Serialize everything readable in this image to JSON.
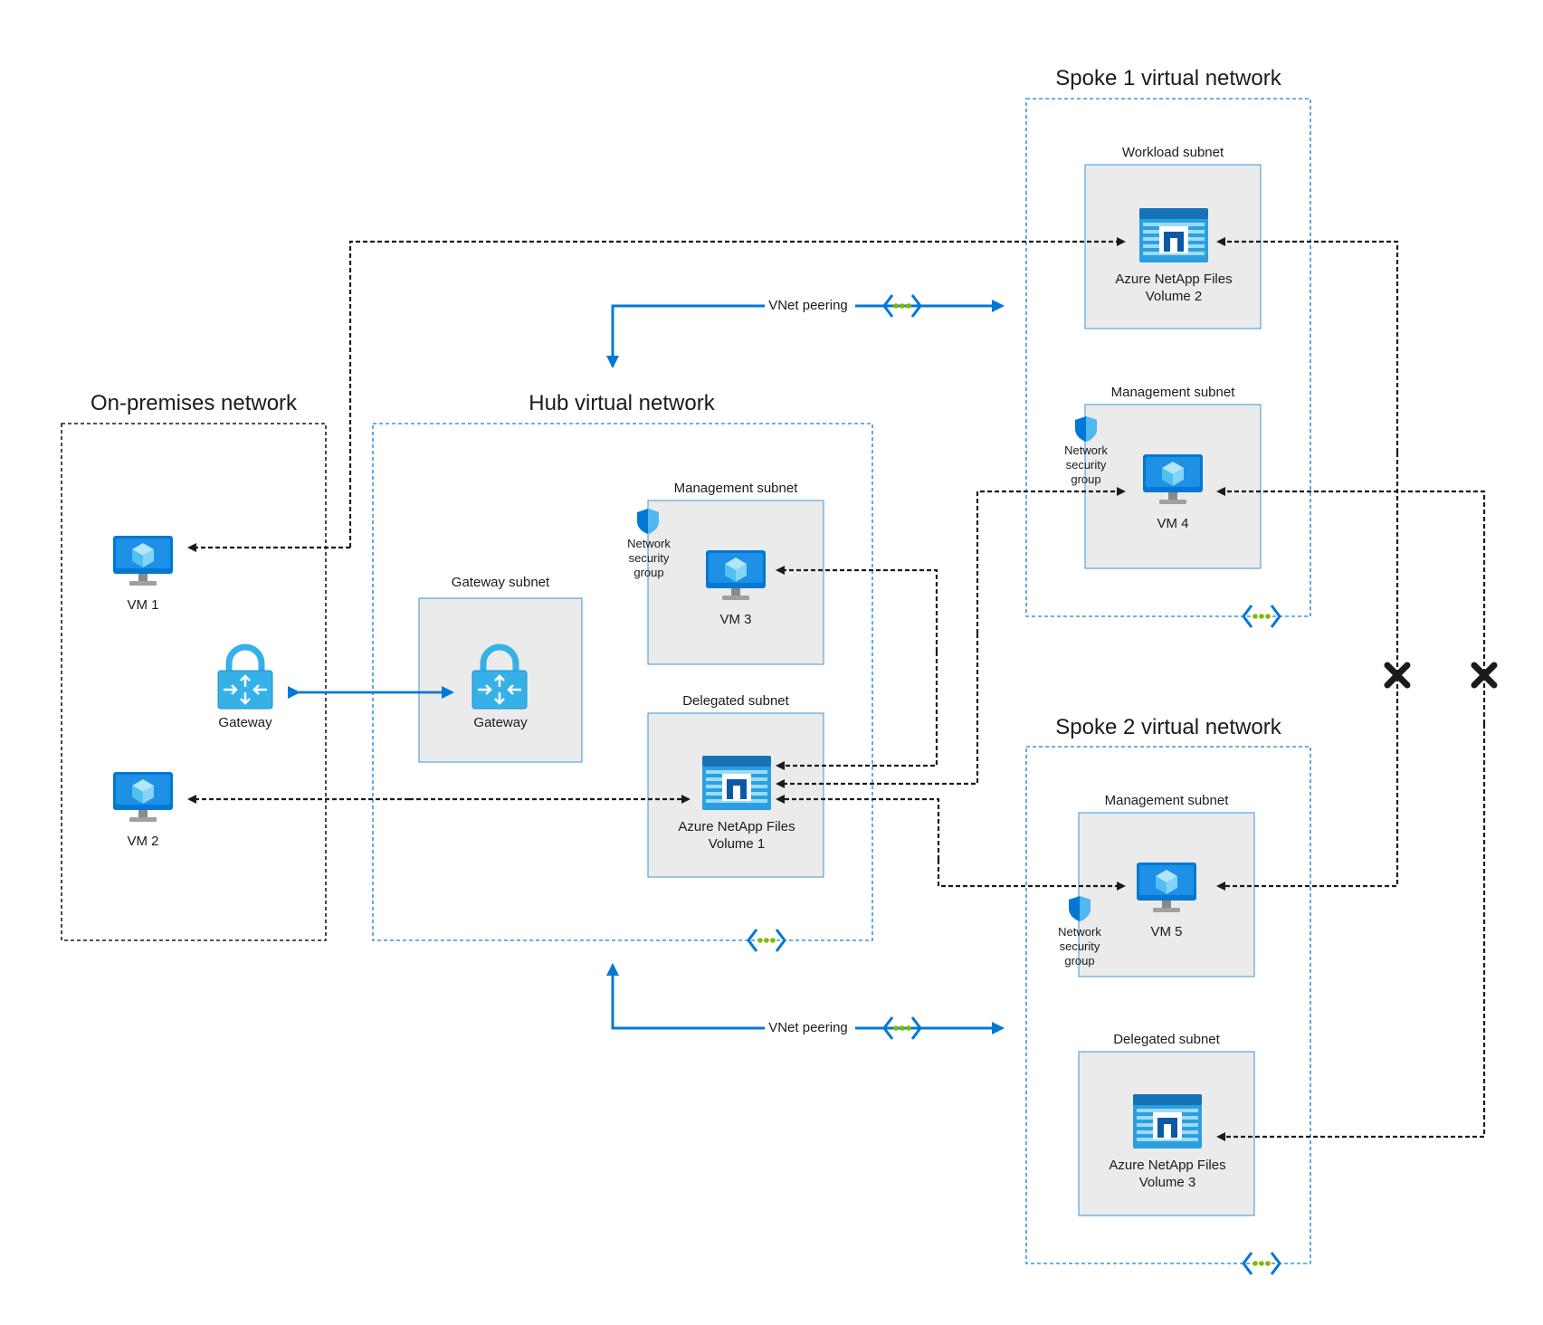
{
  "networks": {
    "onprem": {
      "title": "On-premises network"
    },
    "hub": {
      "title": "Hub virtual network"
    },
    "spoke1": {
      "title": "Spoke 1 virtual network"
    },
    "spoke2": {
      "title": "Spoke 2 virtual network"
    }
  },
  "subnets": {
    "hub_gateway": "Gateway subnet",
    "hub_management": "Management subnet",
    "hub_delegated": "Delegated subnet",
    "spoke1_workload": "Workload subnet",
    "spoke1_management": "Management subnet",
    "spoke2_management": "Management subnet",
    "spoke2_delegated": "Delegated subnet"
  },
  "resources": {
    "vm1": "VM 1",
    "vm2": "VM 2",
    "vm3": "VM 3",
    "vm4": "VM 4",
    "vm5": "VM 5",
    "onprem_gateway": "Gateway",
    "hub_gateway": "Gateway",
    "anf_line1": "Azure NetApp Files",
    "volume1": "Volume 1",
    "volume2": "Volume 2",
    "volume3": "Volume 3",
    "nsg_line1": "Network",
    "nsg_line2": "security",
    "nsg_line3": "group"
  },
  "peering": {
    "top_label": "VNet peering",
    "bottom_label": "VNet peering"
  },
  "colors": {
    "azure_blue": "#0078d4",
    "vnet_border": "#3a96dd",
    "subnet_fill": "#ebebeb",
    "peering_green": "#7fba00",
    "dark": "#1b1b1b"
  },
  "icons": [
    "vm-icon",
    "gateway-lock-icon",
    "netapp-files-icon",
    "nsg-shield-icon",
    "vnet-peering-icon",
    "blocked-x-icon"
  ]
}
